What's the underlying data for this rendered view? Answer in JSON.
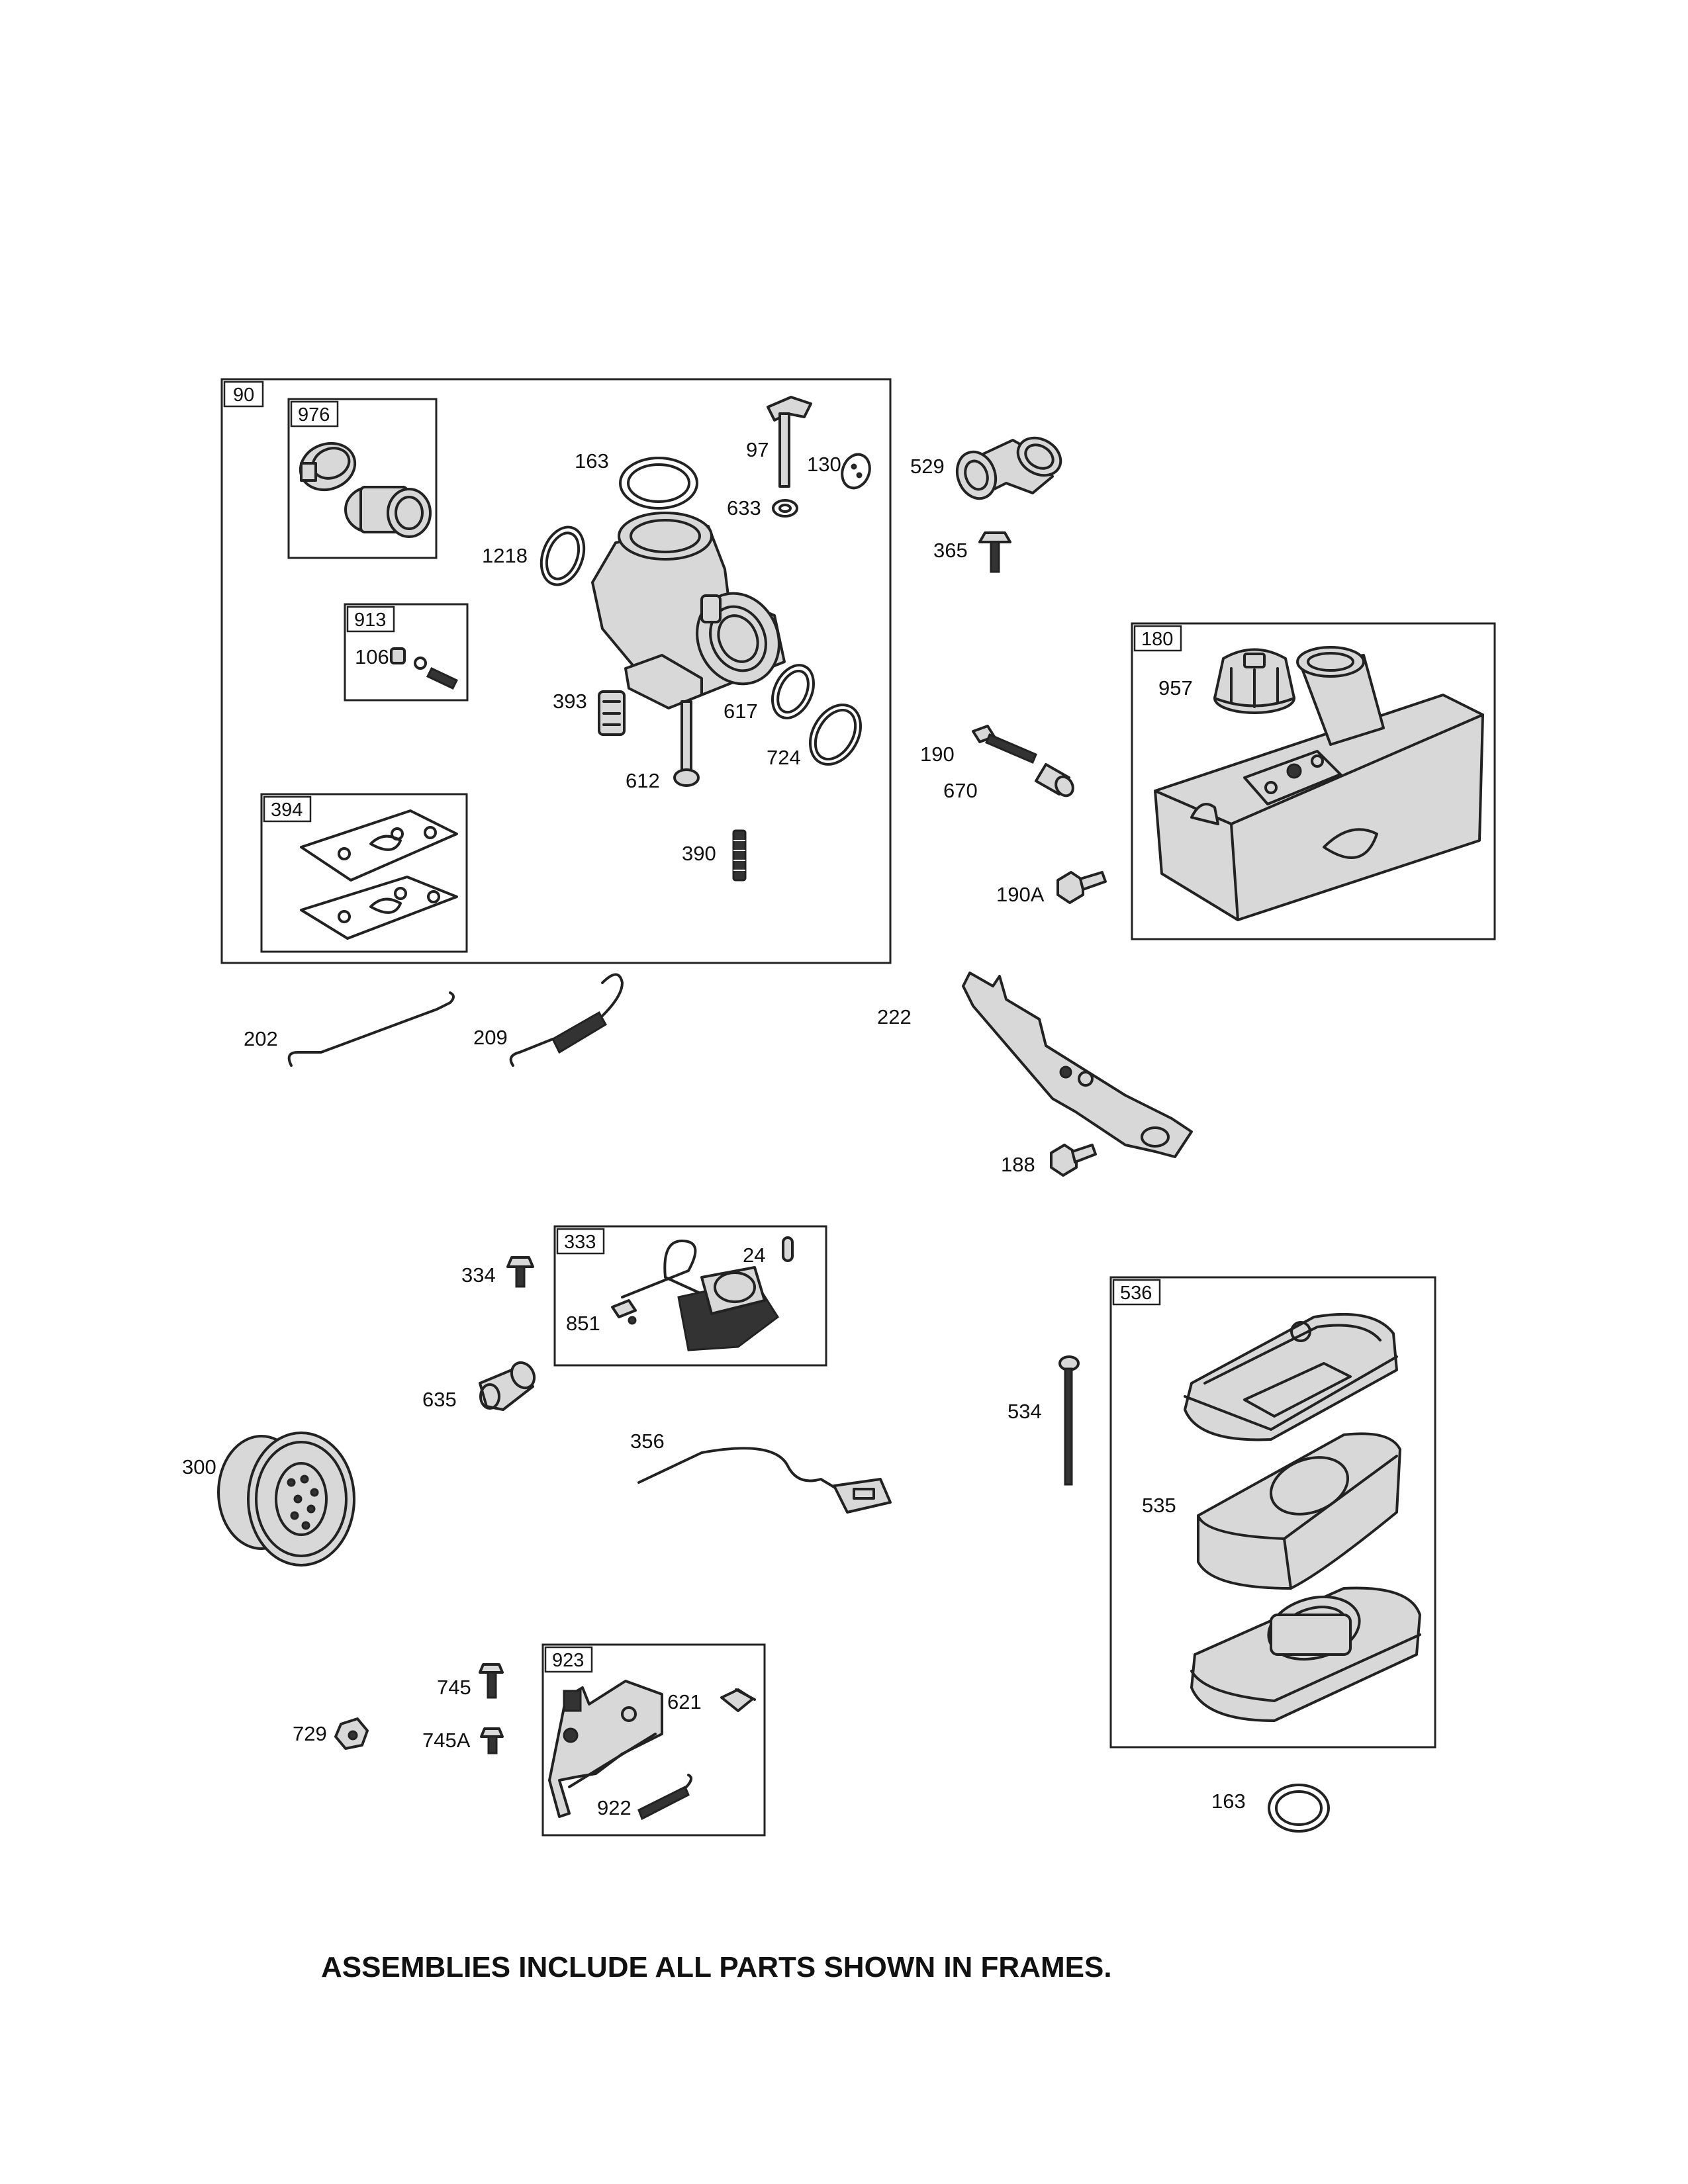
{
  "footer_note": "ASSEMBLIES INCLUDE ALL PARTS SHOWN IN FRAMES.",
  "frames": {
    "f90": "90",
    "f976": "976",
    "f913": "913",
    "f394": "394",
    "f180": "180",
    "f333": "333",
    "f536": "536",
    "f923": "923"
  },
  "callouts": {
    "p163a": "163",
    "p97": "97",
    "p130": "130",
    "p633": "633",
    "p1218": "1218",
    "p106": "106",
    "p393": "393",
    "p617": "617",
    "p724": "724",
    "p612": "612",
    "p390": "390",
    "p529": "529",
    "p365": "365",
    "p957": "957",
    "p190": "190",
    "p670": "670",
    "p190A": "190A",
    "p202": "202",
    "p209": "209",
    "p222": "222",
    "p188": "188",
    "p334": "334",
    "p24": "24",
    "p851": "851",
    "p635": "635",
    "p356": "356",
    "p300": "300",
    "p534": "534",
    "p535": "535",
    "p745": "745",
    "p745A": "745A",
    "p729": "729",
    "p621": "621",
    "p922": "922",
    "p163b": "163"
  }
}
